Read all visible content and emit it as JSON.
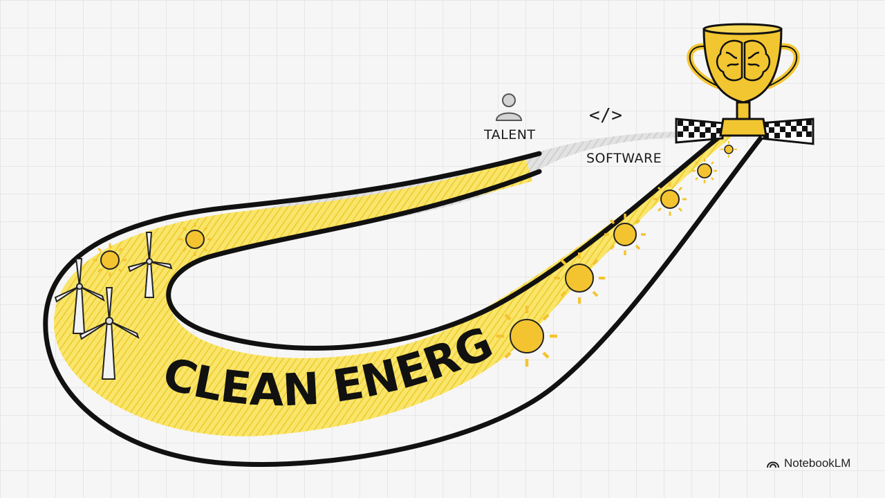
{
  "labels": {
    "talent": "TALENT",
    "software": "SOFTWARE",
    "code_symbol": "</>",
    "main_track": "CLEAN ENERGY"
  },
  "branding": {
    "name": "NotebookLM",
    "logo_icon": "notebooklm-logo-icon"
  },
  "colors": {
    "track_fill": "#f7df4a",
    "track_outline": "#111111",
    "trophy": "#f2c631",
    "grey_track": "#d4d4d4",
    "sun": "#f4c430"
  },
  "icons": [
    "person-icon",
    "code-icon",
    "trophy-icon",
    "brain-icon",
    "wind-turbine-icon",
    "sun-icon",
    "checkered-flag-icon"
  ]
}
